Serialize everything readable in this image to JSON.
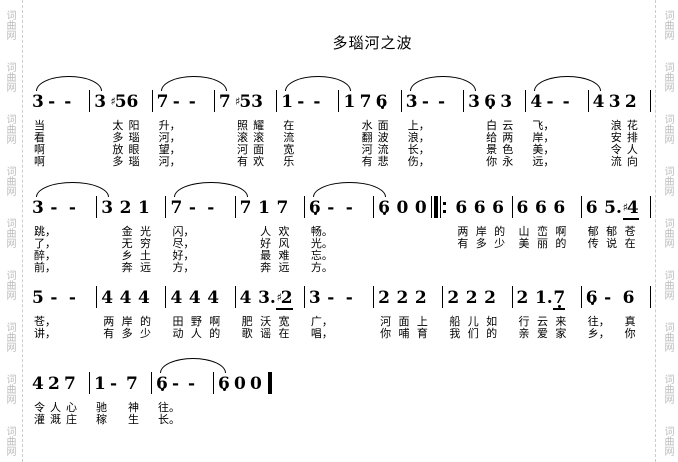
{
  "title": "多瑙河之波",
  "watermark": "词曲网",
  "lines": [
    {
      "measures": [
        {
          "tie": true,
          "beats": [
            {
              "n": "3",
              "ly": [
                "当",
                "看",
                "啊",
                "啊"
              ]
            },
            {
              "n": "-"
            },
            {
              "n": "-"
            }
          ]
        },
        {
          "beats": [
            {
              "n": "3"
            },
            {
              "n": "5",
              "sharp": true,
              "ly": [
                "太",
                "多",
                "放",
                "多"
              ]
            },
            {
              "n": "6",
              "ly": [
                "阳",
                "瑙",
                "眼",
                "瑙"
              ]
            }
          ]
        },
        {
          "tie": true,
          "beats": [
            {
              "n": "7",
              "ly": [
                "升，",
                "河，",
                "望，",
                "河，"
              ]
            },
            {
              "n": "-"
            },
            {
              "n": "-"
            }
          ]
        },
        {
          "beats": [
            {
              "n": "7"
            },
            {
              "n": "5",
              "sharp": true,
              "ly": [
                "照",
                "滚",
                "河",
                "有"
              ]
            },
            {
              "n": "3",
              "ly": [
                "耀",
                "滚",
                "面",
                "欢"
              ]
            }
          ]
        },
        {
          "tie": true,
          "beats": [
            {
              "n": "1",
              "ly": [
                "在",
                "流",
                "宽",
                "乐"
              ]
            },
            {
              "n": "-"
            },
            {
              "n": "-"
            }
          ]
        },
        {
          "beats": [
            {
              "n": "1"
            },
            {
              "n": "7",
              "ly": [
                "水",
                "翻",
                "河",
                "有"
              ]
            },
            {
              "n": "6",
              "low": true,
              "ly": [
                "面",
                "波",
                "流",
                "悲"
              ]
            }
          ]
        },
        {
          "tie": true,
          "beats": [
            {
              "n": "3",
              "ly": [
                "上，",
                "浪，",
                "长，",
                "伤，"
              ]
            },
            {
              "n": "-"
            },
            {
              "n": "-"
            }
          ]
        },
        {
          "beats": [
            {
              "n": "3"
            },
            {
              "n": "6",
              "low": true,
              "ly": [
                "白",
                "给",
                "景",
                "你"
              ]
            },
            {
              "n": "3",
              "ly": [
                "云",
                "两",
                "色",
                "永"
              ]
            }
          ]
        },
        {
          "tie": true,
          "beats": [
            {
              "n": "4",
              "ly": [
                "飞，",
                "岸，",
                "美，",
                "远，"
              ]
            },
            {
              "n": "-"
            },
            {
              "n": "-"
            }
          ]
        },
        {
          "beats": [
            {
              "n": "4"
            },
            {
              "n": "3",
              "ly": [
                "浪",
                "安",
                "令",
                "流"
              ]
            },
            {
              "n": "2",
              "ly": [
                "花",
                "排",
                "人",
                "向"
              ]
            }
          ]
        }
      ]
    },
    {
      "measures": [
        {
          "tie": true,
          "beats": [
            {
              "n": "3",
              "ly": [
                "跳，",
                "了，",
                "醉，",
                "前，"
              ]
            },
            {
              "n": "-"
            },
            {
              "n": "-"
            }
          ]
        },
        {
          "beats": [
            {
              "n": "3"
            },
            {
              "n": "2",
              "ly": [
                "金",
                "无",
                "乡",
                "奔"
              ]
            },
            {
              "n": "1",
              "ly": [
                "光",
                "穷",
                "土",
                "远"
              ]
            }
          ]
        },
        {
          "tie": true,
          "beats": [
            {
              "n": "7",
              "ly": [
                "闪，",
                "尽，",
                "好，",
                "方，"
              ]
            },
            {
              "n": "-"
            },
            {
              "n": "-"
            }
          ]
        },
        {
          "beats": [
            {
              "n": "7"
            },
            {
              "n": "1",
              "ly": [
                "人",
                "好",
                "最",
                "奔"
              ]
            },
            {
              "n": "7",
              "ly": [
                "欢",
                "风",
                "难",
                "远"
              ]
            }
          ]
        },
        {
          "tie": true,
          "beats": [
            {
              "n": "6",
              "low": true,
              "ly": [
                "畅。",
                "光。",
                "忘。",
                "方。"
              ]
            },
            {
              "n": "-"
            },
            {
              "n": "-"
            }
          ]
        },
        {
          "repeat": true,
          "beats": [
            {
              "n": "6",
              "low": true
            },
            {
              "n": "0"
            },
            {
              "n": "0"
            }
          ]
        },
        {
          "nobar": true,
          "beats": [
            {
              "n": "6",
              "ly": [
                "两",
                "有"
              ]
            },
            {
              "n": "6",
              "ly": [
                "岸",
                "多"
              ]
            },
            {
              "n": "6",
              "ly": [
                "的",
                "少"
              ]
            }
          ]
        },
        {
          "beats": [
            {
              "n": "6",
              "ly": [
                "山",
                "美"
              ]
            },
            {
              "n": "6",
              "ly": [
                "峦",
                "丽"
              ]
            },
            {
              "n": "6",
              "ly": [
                "啊",
                "的"
              ]
            }
          ]
        },
        {
          "beats": [
            {
              "n": "6",
              "ly": [
                "郁",
                "传"
              ]
            },
            {
              "n": "5.",
              "ly": [
                "郁",
                "说"
              ]
            },
            {
              "n": "4",
              "sharp": true,
              "u": true,
              "ly": [
                "苍",
                "在"
              ]
            }
          ]
        }
      ]
    },
    {
      "measures": [
        {
          "beats": [
            {
              "n": "5",
              "ly": [
                "苍，",
                "讲，"
              ]
            },
            {
              "n": "-"
            },
            {
              "n": "-"
            }
          ]
        },
        {
          "beats": [
            {
              "n": "4",
              "ly": [
                "两",
                "有"
              ]
            },
            {
              "n": "4",
              "ly": [
                "岸",
                "多"
              ]
            },
            {
              "n": "4",
              "ly": [
                "的",
                "少"
              ]
            }
          ]
        },
        {
          "beats": [
            {
              "n": "4",
              "ly": [
                "田",
                "动"
              ]
            },
            {
              "n": "4",
              "ly": [
                "野",
                "人"
              ]
            },
            {
              "n": "4",
              "ly": [
                "啊",
                "的"
              ]
            }
          ]
        },
        {
          "beats": [
            {
              "n": "4",
              "ly": [
                "肥",
                "歌"
              ]
            },
            {
              "n": "3.",
              "ly": [
                "沃",
                "谣"
              ]
            },
            {
              "n": "2",
              "sharp": true,
              "u": true,
              "ly": [
                "宽",
                "在"
              ]
            }
          ]
        },
        {
          "beats": [
            {
              "n": "3",
              "ly": [
                "广，",
                "唱，"
              ]
            },
            {
              "n": "-"
            },
            {
              "n": "-"
            }
          ]
        },
        {
          "beats": [
            {
              "n": "2",
              "ly": [
                "河",
                "你"
              ]
            },
            {
              "n": "2",
              "ly": [
                "面",
                "哺"
              ]
            },
            {
              "n": "2",
              "ly": [
                "上",
                "育"
              ]
            }
          ]
        },
        {
          "beats": [
            {
              "n": "2",
              "ly": [
                "船",
                "我"
              ]
            },
            {
              "n": "2",
              "ly": [
                "儿",
                "们"
              ]
            },
            {
              "n": "2",
              "ly": [
                "如",
                "的"
              ]
            }
          ]
        },
        {
          "beats": [
            {
              "n": "2",
              "ly": [
                "行",
                "亲"
              ]
            },
            {
              "n": "1.",
              "ly": [
                "云",
                "爱"
              ]
            },
            {
              "n": "7",
              "low": true,
              "u": true,
              "ly": [
                "来",
                "家"
              ]
            }
          ]
        },
        {
          "beats": [
            {
              "n": "6",
              "low": true,
              "ly": [
                "往，",
                "乡，"
              ]
            },
            {
              "n": "-"
            },
            {
              "n": "6",
              "ly": [
                "真",
                "你"
              ]
            }
          ]
        }
      ]
    },
    {
      "measures": [
        {
          "beats": [
            {
              "n": "4",
              "ly": [
                "令",
                "灌"
              ]
            },
            {
              "n": "2",
              "ly": [
                "人",
                "溉"
              ]
            },
            {
              "n": "7",
              "ly": [
                "心",
                "庄"
              ]
            }
          ]
        },
        {
          "beats": [
            {
              "n": "1",
              "ly": [
                "驰",
                "稼"
              ]
            },
            {
              "n": "-"
            },
            {
              "n": "7",
              "ly": [
                "神",
                "生"
              ]
            }
          ]
        },
        {
          "tie": true,
          "beats": [
            {
              "n": "6",
              "low": true,
              "ly": [
                "往。",
                "长。"
              ]
            },
            {
              "n": "-"
            },
            {
              "n": "-"
            }
          ]
        },
        {
          "final": true,
          "beats": [
            {
              "n": "6",
              "low": true
            },
            {
              "n": "0"
            },
            {
              "n": "0"
            }
          ]
        }
      ]
    }
  ]
}
